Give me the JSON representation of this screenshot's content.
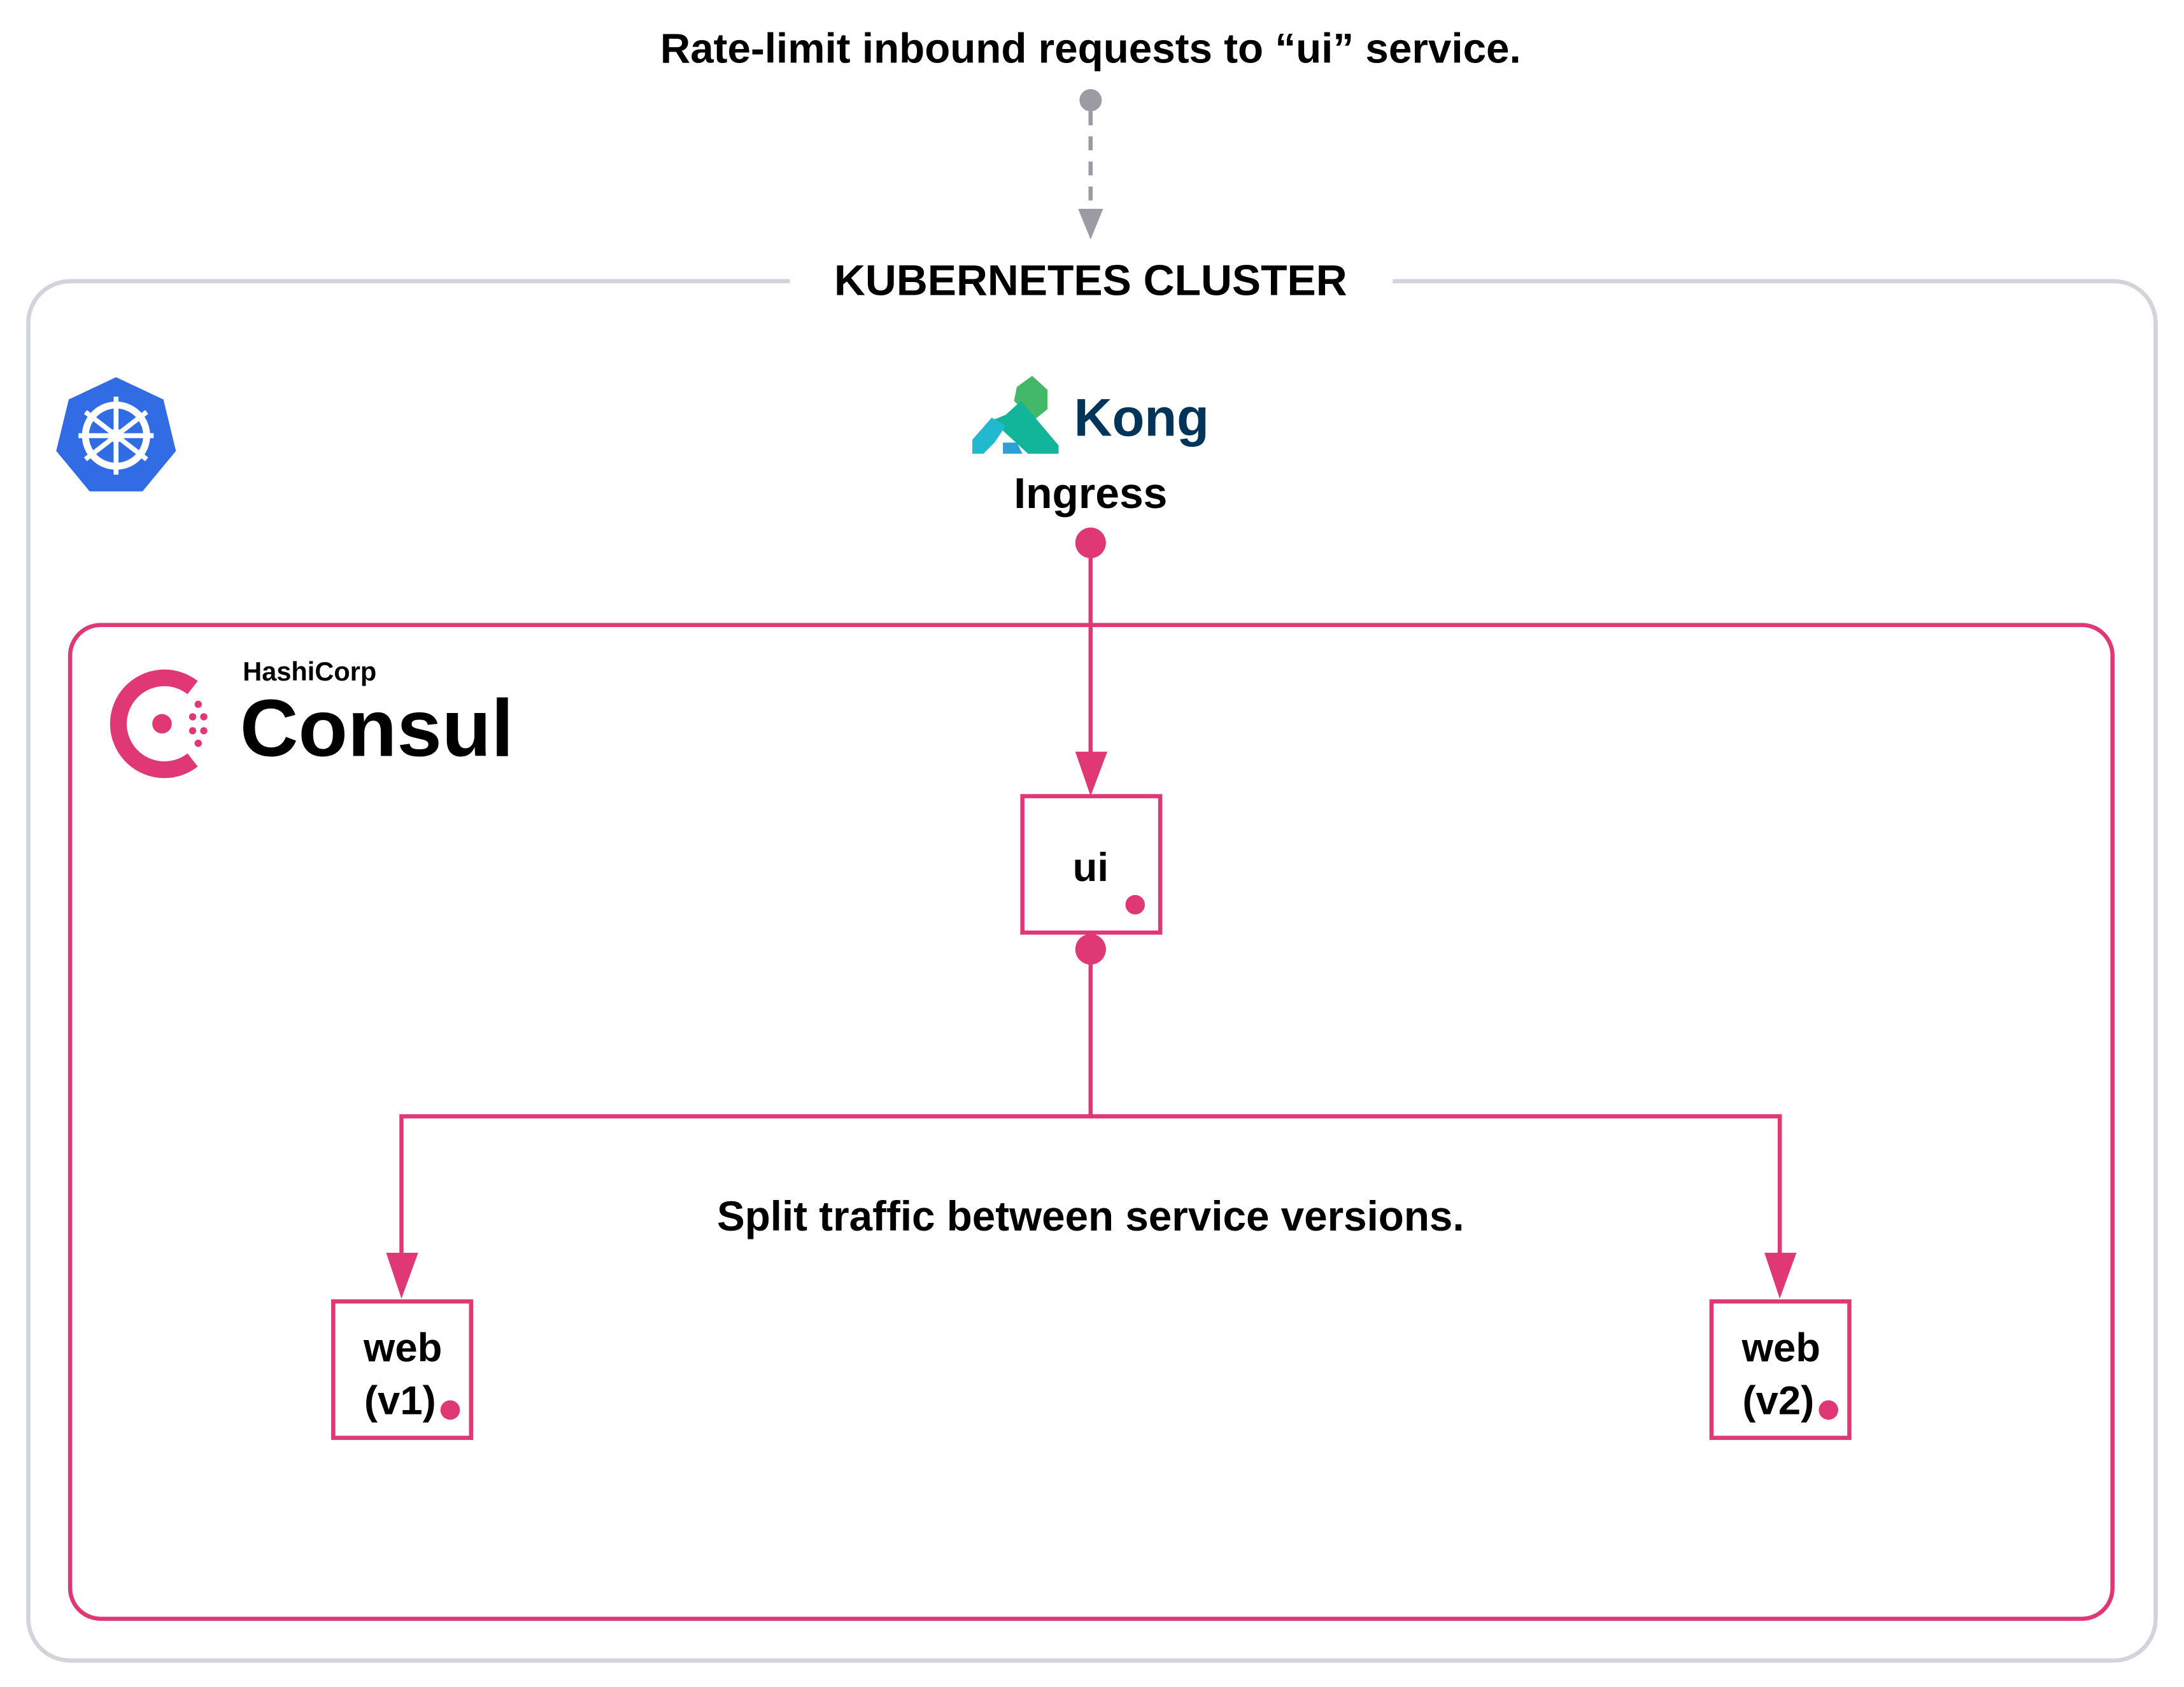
{
  "top_note": "Rate-limit inbound requests to “ui” service.",
  "cluster": {
    "title": "KUBERNETES CLUSTER"
  },
  "kong": {
    "logo_text": "Kong",
    "label": "Ingress"
  },
  "consul": {
    "vendor": "HashiCorp",
    "logo_text": "Consul"
  },
  "services": {
    "ui": "ui",
    "web_v1": {
      "name": "web",
      "version": "(v1)"
    },
    "web_v2": {
      "name": "web",
      "version": "(v2)"
    }
  },
  "split_note": "Split traffic between service versions.",
  "colors": {
    "accent": "#e03875",
    "cluster_border": "#d3d3dc",
    "kong_text": "#003459",
    "k8s_blue": "#326ce5",
    "gray": "#9a9ba3"
  }
}
